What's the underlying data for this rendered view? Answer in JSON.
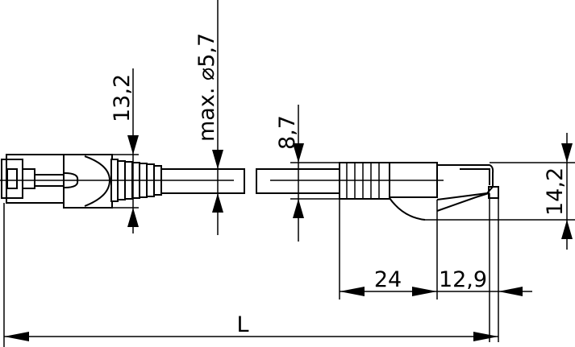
{
  "drawing": {
    "dimensions": {
      "boot_height": "13,2",
      "cable_diameter": "max. ⌀5,7",
      "boot_inner": "8,7",
      "plug_height": "14,2",
      "boot_length": "24",
      "plug_length": "12,9",
      "total_length": "L"
    },
    "line_color": "#000000",
    "background": "#ffffff"
  }
}
